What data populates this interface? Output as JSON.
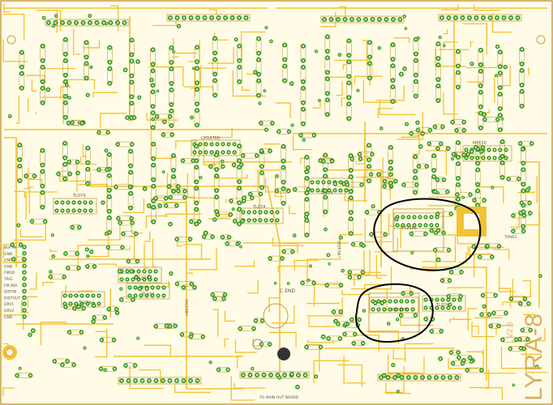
{
  "board": {
    "title": "LYRA-8",
    "version": "V2.6",
    "background": "#fffbe6",
    "trace_color": "#f2c233",
    "pad_color": "#2e9a2e",
    "pad_hole_color": "#ffe08a",
    "outline_color": "#c8a040",
    "annotation_color": "#000000"
  },
  "io_labels": [
    "BUF IN",
    "GND",
    "GND",
    "GND",
    "FMOD",
    "TRIG",
    "FM MIX",
    "DISTIN",
    "DISTOUT",
    "DRV1",
    "DRV2",
    "GND"
  ],
  "ic_labels": [
    "TL074",
    "TL074",
    "TL074",
    "TL074",
    "TL074",
    "TL074",
    "TL074",
    "LM13700",
    "MPE20"
  ],
  "circled_ics": [
    "PT2399",
    "PT2399"
  ],
  "misc_labels": {
    "c_end": "C END",
    "bottom_connector": "TO MAIN OUT BOARD",
    "vert_lm_left": "LM13700",
    "vert_lm_right": "LM13700",
    "tone": "TONE2"
  }
}
